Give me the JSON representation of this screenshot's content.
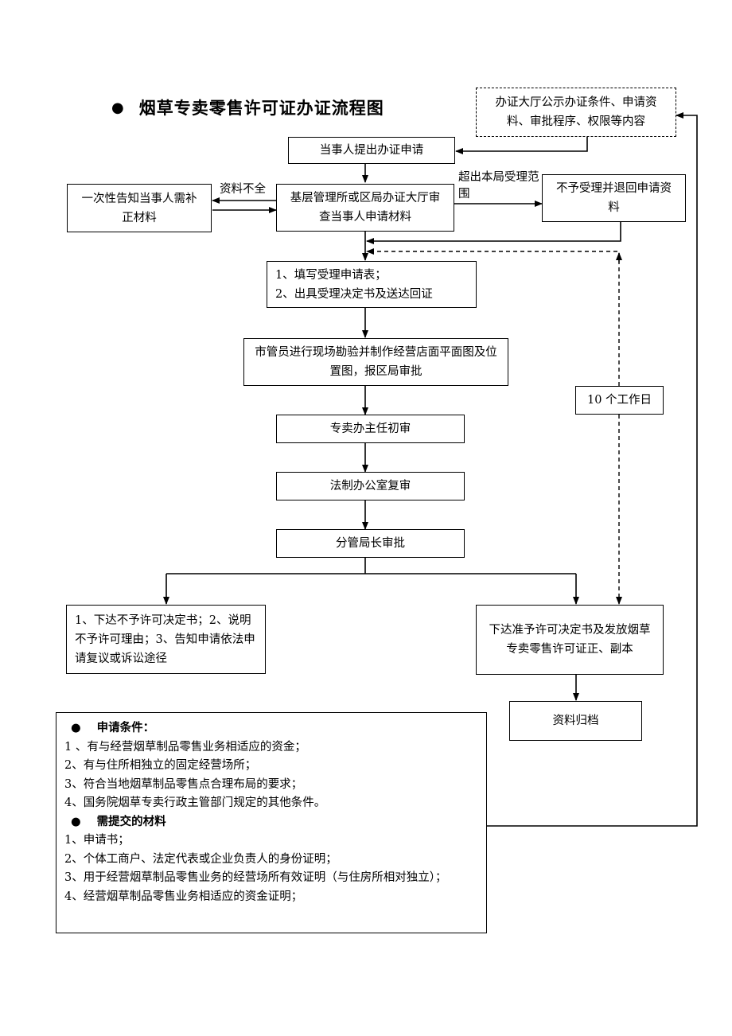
{
  "title": "烟草专卖零售许可证办证流程图",
  "boxes": {
    "public_notice": "办证大厅公示办证条件、申请资料、审批程序、权限等内容",
    "apply": "当事人提出办证申请",
    "review": "基层管理所或区局办证大厅审查当事人申请材料",
    "supplement": "一次性告知当事人需补正材料",
    "reject": "不予受理并退回申请资料",
    "fill_form": [
      "1、填写受理申请表；",
      "2、出具受理决定书及送达回证"
    ],
    "inspection": "市管员进行现场勘验并制作经营店面平面图及位置图，报区局审批",
    "initial_review": "专卖办主任初审",
    "legal_review": "法制办公室复审",
    "approval": "分管局长审批",
    "deny": "1、下达不予许可决定书；2、说明不予许可理由；3、告知申请依法申请复议或诉讼途径",
    "grant": "下达准予许可决定书及发放烟草专卖零售许可证正、副本",
    "archive": "资料归档",
    "workdays": "10 个工作日"
  },
  "labels": {
    "incomplete": "资料不全",
    "beyond_scope": "超出本局受理范围"
  },
  "info": {
    "conditions_title": "申请条件：",
    "conditions": [
      "1 、有与经营烟草制品零售业务相适应的资金；",
      "2、有与住所相独立的固定经营场所；",
      "3、符合当地烟草制品零售点合理布局的要求；",
      "4、国务院烟草专卖行政主管部门规定的其他条件。"
    ],
    "materials_title": "需提交的材料",
    "materials": [
      "1、申请书；",
      "2、个体工商户、法定代表或企业负责人的身份证明；",
      "3、用于经营烟草制品零售业务的经营场所有效证明（与住房所相对独立）；",
      "4、经营烟草制品零售业务相适应的资金证明；"
    ]
  }
}
